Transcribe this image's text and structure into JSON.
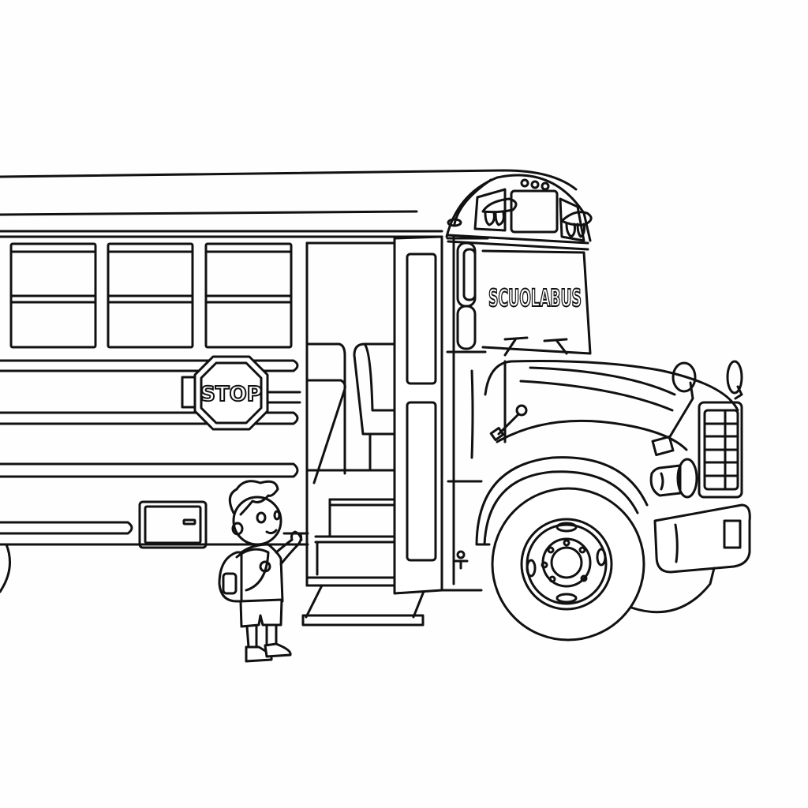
{
  "scene": {
    "type": "coloring-page line art",
    "subject": "school bus with child",
    "background_color": "#fefefe",
    "line_color": "#111111"
  },
  "bus": {
    "sign_label": "SCUOLABUS",
    "stop_sign_label": "STOP",
    "side_windows": 3
  },
  "child": {
    "description": "boy with backpack waving"
  }
}
